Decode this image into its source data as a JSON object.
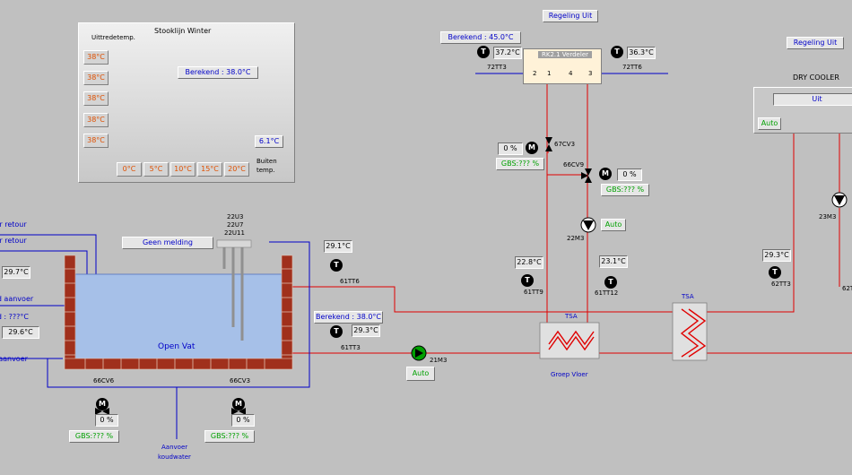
{
  "stooklijn": {
    "title": "Stooklijn Winter",
    "y_label": "Uittredetemp.",
    "x_label_1": "Buiten",
    "x_label_2": "temp.",
    "calc": "Berekend : 38.0°C",
    "outside": "6.1°C",
    "y_values": [
      "38°C",
      "38°C",
      "38°C",
      "38°C",
      "38°C"
    ],
    "x_values": [
      "0°C",
      "5°C",
      "10°C",
      "15°C",
      "20°C"
    ]
  },
  "vat": {
    "status": "Geen melding",
    "name": "Open Vat",
    "sensors": [
      "22U3",
      "22U7",
      "22U11"
    ],
    "left_labels": [
      "Koudwater retour",
      "Koudwater retour",
      "Koud aanvoer",
      "Koud : ???°C",
      "Water aanvoer"
    ],
    "temp1": "29.7°C",
    "temp2": "29.6°C",
    "supply_label_1": "Aanvoer",
    "supply_label_2": "koudwater"
  },
  "valves": {
    "v1": {
      "name": "66CV6",
      "pct": "0 %",
      "gbs": "GBS:??? %",
      "m": "M"
    },
    "v2": {
      "name": "66CV3",
      "pct": "0 %",
      "gbs": "GBS:??? %",
      "m": "M"
    },
    "v3": {
      "name": "67CV3",
      "pct": "0 %",
      "gbs": "GBS:??? %",
      "m": "M"
    },
    "v4": {
      "name": "66CV9",
      "pct": "0 %",
      "gbs": "GBS:??? %",
      "m": "M"
    }
  },
  "sensors": {
    "tt6_val": "29.1°C",
    "tt6_name": "61TT6",
    "tt3_calc": "Berekend : 38.0°C",
    "tt3_val": "29.3°C",
    "tt3_name": "61TT3",
    "tt9_val": "22.8°C",
    "tt9_name": "61TT9",
    "tt12_val": "23.1°C",
    "tt12_name": "61TT12",
    "tt72_3_val": "37.2°C",
    "tt72_3_name": "72TT3",
    "tt72_6_val": "36.3°C",
    "tt72_6_name": "72TT6",
    "tt62_3_val": "29.3°C",
    "tt62_3_name": "62TT3",
    "tt62_edge": "62T",
    "t_symbol": "T"
  },
  "top": {
    "regeling": "Regeling Uit",
    "berekend": "Berekend : 45.0°C",
    "verdeler": "RK2.1 Verdeler",
    "ports": [
      "2",
      "1",
      "4",
      "3"
    ]
  },
  "drycooler": {
    "regeling": "Regeling Uit",
    "title": "DRY COOLER",
    "state": "Uit",
    "auto": "Auto"
  },
  "pumps": {
    "p21": {
      "name": "21M3",
      "auto": "Auto"
    },
    "p22": {
      "name": "22M3",
      "auto": "Auto"
    },
    "p23": {
      "name": "23M3"
    }
  },
  "hx": {
    "tsa1": "TSA",
    "tsa2": "TSA",
    "group": "Groep Vloer"
  }
}
